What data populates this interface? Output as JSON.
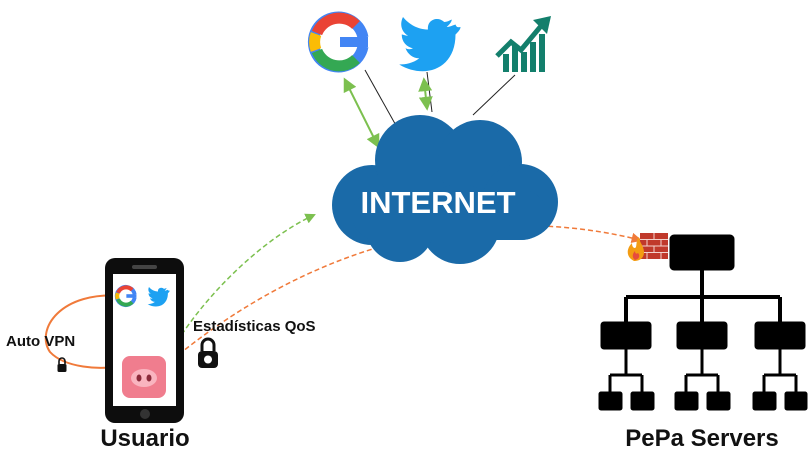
{
  "cloud": {
    "label": "INTERNET"
  },
  "labels": {
    "auto_vpn": "Auto VPN",
    "stats_qos": "Estadísticas QoS",
    "user": "Usuario",
    "servers": "PePa Servers"
  },
  "icons": {
    "google": "google-logo-icon",
    "twitter": "twitter-bird-icon",
    "stats": "growth-chart-icon",
    "lock": "padlock-icon",
    "pig": "pig-snout-app-icon",
    "firewall": "firewall-icon",
    "phone": "smartphone-icon"
  },
  "colors": {
    "cloud": "#1a6aa8",
    "green_arrow": "#7cc04f",
    "orange_arrow": "#f07a3a",
    "server": "#000000",
    "twitter": "#1da1f2",
    "stats": "#137f6c",
    "pig": "#f07d8e"
  }
}
